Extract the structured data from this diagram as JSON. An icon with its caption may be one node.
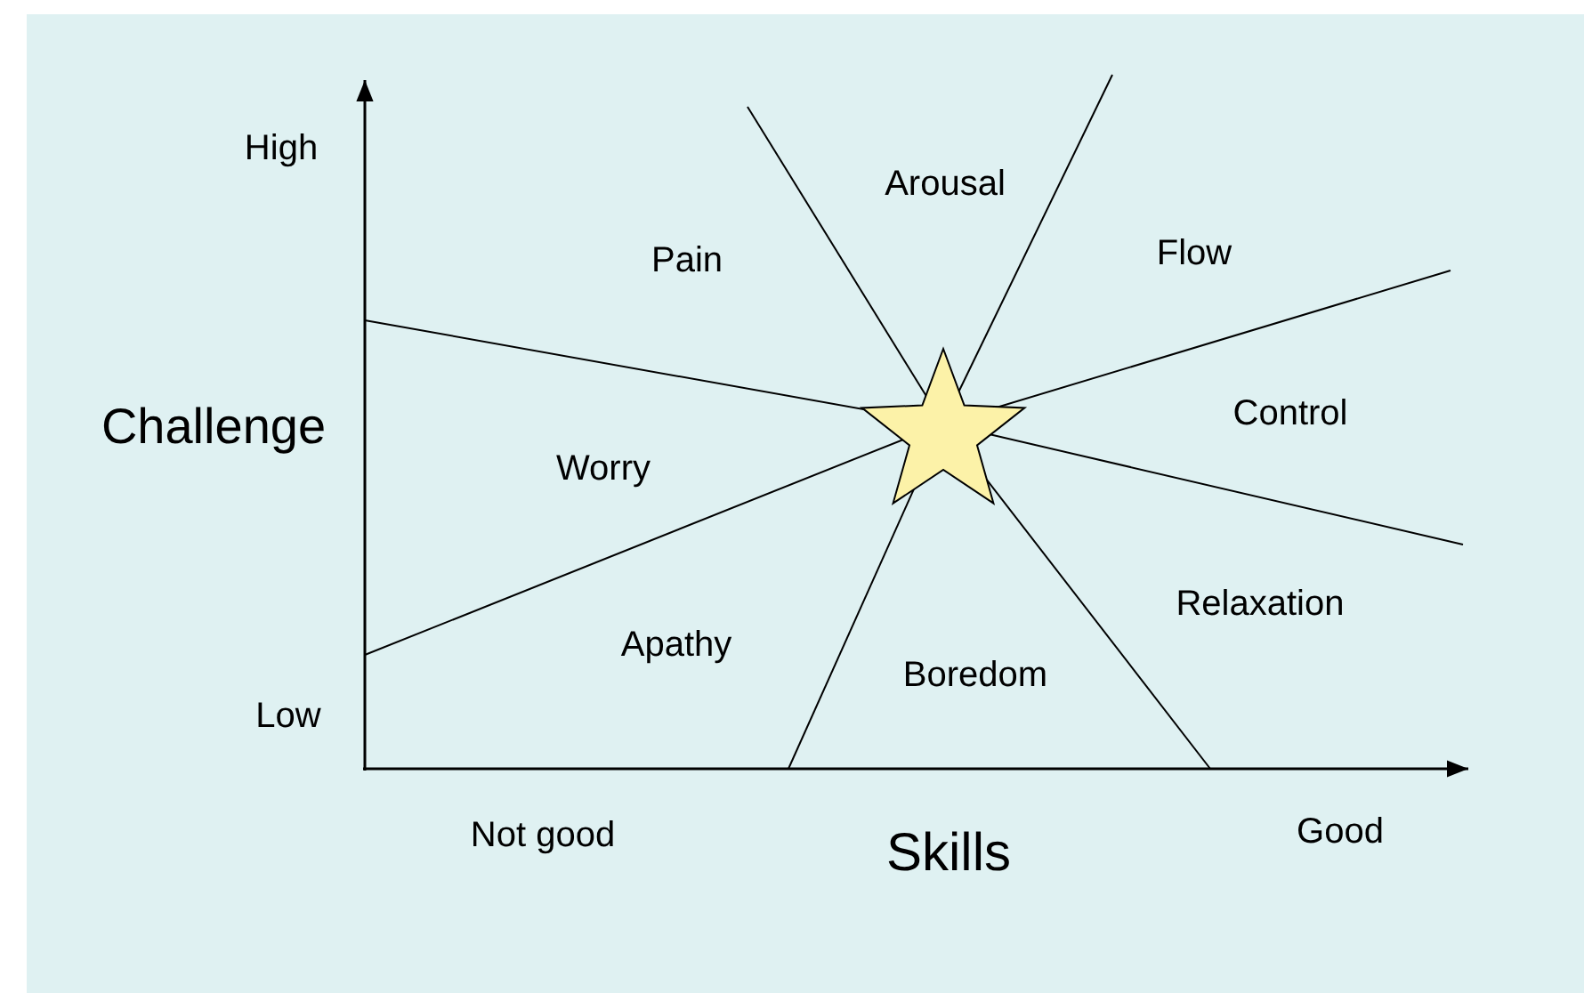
{
  "diagram": {
    "labels": [
      "High",
      "Arousal",
      "Pain",
      "Flow",
      "Challenge",
      "Control",
      "Worry",
      "Relaxation",
      "Apathy",
      "Boredom",
      "Low",
      "Not good",
      "Skills",
      "Good"
    ]
  }
}
